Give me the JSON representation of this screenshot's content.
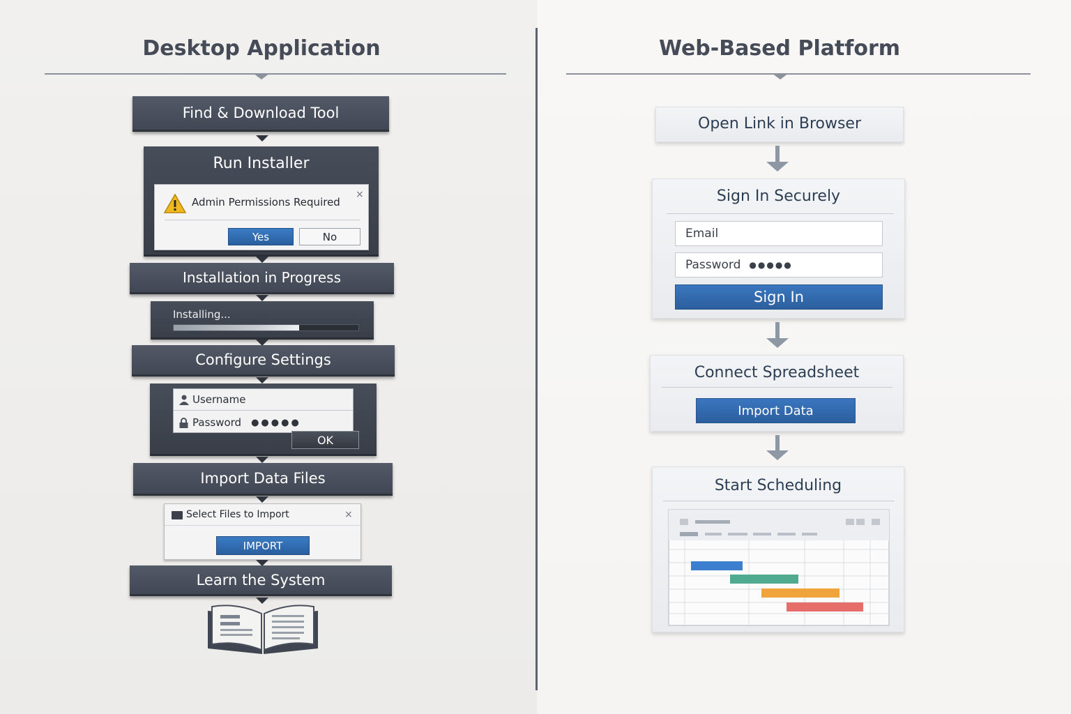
{
  "desktop": {
    "heading": "Desktop Application",
    "steps": {
      "find": "Find & Download Tool",
      "run": "Run Installer",
      "progress": "Installation in Progress",
      "configure": "Configure Settings",
      "import": "Import Data Files",
      "learn": "Learn the System"
    },
    "admin_dialog": {
      "message": "Admin Permissions Required",
      "close": "×",
      "yes": "Yes",
      "no": "No"
    },
    "install_panel": {
      "label": "Installing...",
      "progress": 0.68
    },
    "settings_panel": {
      "username": "Username",
      "password": "Password",
      "password_mask": "●●●●●",
      "ok": "OK"
    },
    "import_dialog": {
      "title": "Select Files to Import",
      "close": "×",
      "button": "IMPORT"
    }
  },
  "web": {
    "heading": "Web-Based Platform",
    "open_link": "Open Link in Browser",
    "sign_in": {
      "title": "Sign In Securely",
      "email_placeholder": "Email",
      "password_label": "Password",
      "password_mask": "●●●●●",
      "button": "Sign In"
    },
    "connect": {
      "title": "Connect Spreadsheet",
      "button": "Import Data"
    },
    "schedule": {
      "title": "Start Scheduling",
      "bar_colors": [
        "#3d7fcf",
        "#4faa8e",
        "#efa43c",
        "#e56e6a"
      ]
    }
  }
}
